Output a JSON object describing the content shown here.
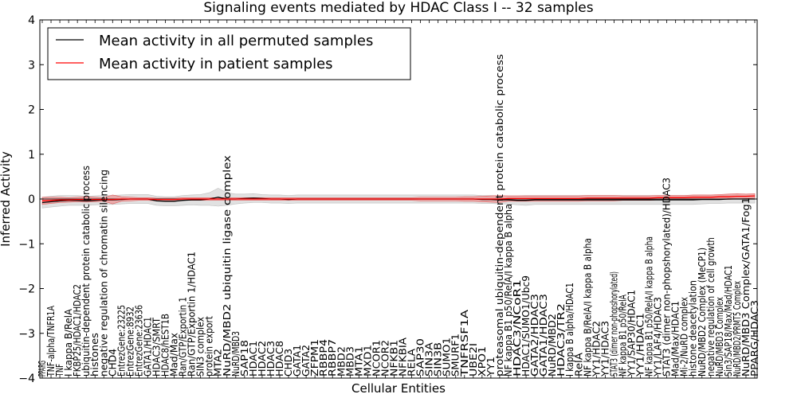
{
  "chart_data": {
    "type": "line",
    "title": "Signaling events mediated by HDAC Class I -- 32 samples",
    "xlabel": "Cellular Entities",
    "ylabel": "Inferred Activity",
    "ylim": [
      -4,
      4
    ],
    "yticks": [
      "−4",
      "−3",
      "−2",
      "−1",
      "0",
      "1",
      "2",
      "3",
      "4"
    ],
    "grid": false,
    "legend_position": "top-left",
    "categories": [
      "PPARG",
      "TNF-alpha/TNFR1A",
      "TNF",
      "I kappa B/RelA",
      "FKBP25/HDAC1/HDAC2",
      "ubiquitin-dependent protein catabolic process",
      "histones",
      "negative regulation of chromatin silencing",
      "CHD4",
      "EntrezGene:23225",
      "EntrezGene:8932",
      "EntrezGene:23636",
      "GATA1/HDAC1",
      "HDAC3/SMRT",
      "HDAC8/hEST1B",
      "Mad/Max",
      "Ran/GTP/Exportin 1",
      "Ran/GTP/Exportin 1/HDAC1",
      "SIN3 complex",
      "protein export",
      "MTA2",
      "NuRD/MBD2 ubiquitin ligase complex",
      "NuRD/MBD3",
      "SAP18",
      "HDAC1",
      "HDAC2",
      "HDAC3",
      "HDAC8",
      "CHD3",
      "GATA1",
      "GATA2",
      "ZFPM1",
      "RBBP4",
      "RBBP7",
      "MBD2",
      "MBD3",
      "MTA1",
      "MXD1",
      "NCOR1",
      "NCOR2",
      "NFKB1",
      "NFKBIA",
      "RELA",
      "SAP30",
      "SIN3A",
      "SIN3B",
      "SUMO1",
      "SMURF1",
      "TNFRSF1A",
      "UBE2I",
      "XPO1",
      "YY1",
      "proteasomal ubiquitin-dependent protein catabolic process",
      "NF kappa B1 p50/RelA/I kappa B alpha",
      "HDAC3/NCoR1",
      "HDAC1/SUMO1/Ubc9",
      "GATA2/HDAC3",
      "GATA1/HDAC3",
      "NuRD/MBD2",
      "HDAC3/TR2",
      "I kappa B alpha/HDAC1",
      "RelA",
      "NF kappa B/RelA/I kappa B alpha",
      "YY1/HDAC2",
      "YY1/HDAC3",
      "STAT3 (dimer non-phopshorylated)",
      "NF kappa B1 p50/RelA",
      "YY1/SAP30/HDAC1",
      "YY1/HDAC1",
      "NF kappa B1 p50/RelA/I kappa B alpha",
      "YY1/LAF4/HDAC3",
      "STAT3 (dimer non-phopshorylated)/HDAC3",
      "Mad/Max/HDAC1",
      "Mi-2/NuRD complex",
      "histone deacetylation",
      "NuRD/MBD2 Complex (MeCP1)",
      "negative regulation of cell growth",
      "NuRD/MBD3 Complex",
      "Sin3/SAP18/Max/Mad/HDAC1",
      "NuRD/MBD2/PRMT5 Complex",
      "NuRD/MBD3 Complex/GATA1/Fog1",
      "PPARG/HDAC3"
    ],
    "label_length_px": [
      20,
      89,
      16,
      85,
      116,
      265,
      55,
      260,
      35,
      90,
      88,
      90,
      75,
      74,
      79,
      55,
      100,
      157,
      75,
      76,
      35,
      278,
      57,
      46,
      45,
      45,
      45,
      45,
      35,
      40,
      40,
      47,
      47,
      47,
      38,
      38,
      38,
      40,
      46,
      46,
      46,
      49,
      35,
      48,
      43,
      43,
      49,
      54,
      84,
      42,
      38,
      25,
      405,
      217,
      122,
      127,
      104,
      104,
      79,
      92,
      118,
      30,
      174,
      70,
      70,
      132,
      103,
      109,
      80,
      176,
      100,
      250,
      95,
      100,
      121,
      162,
      175,
      100,
      140,
      120,
      225,
      96
    ],
    "series": [
      {
        "name": "Mean activity in all permuted samples",
        "color": "#000000",
        "values": [
          -0.08,
          -0.06,
          -0.04,
          -0.03,
          -0.03,
          -0.04,
          -0.03,
          -0.02,
          -0.02,
          -0.01,
          0.0,
          0.0,
          0.0,
          -0.04,
          -0.05,
          -0.05,
          -0.03,
          -0.02,
          -0.02,
          0.0,
          0.04,
          0.0,
          0.0,
          0.01,
          0.02,
          0.01,
          0.0,
          0.0,
          -0.01,
          0.0,
          0.0,
          0.0,
          0.0,
          0.0,
          0.0,
          0.0,
          0.0,
          0.0,
          0.0,
          0.0,
          0.0,
          0.0,
          0.0,
          0.0,
          0.0,
          0.0,
          0.0,
          0.0,
          0.0,
          0.0,
          -0.01,
          -0.01,
          -0.02,
          -0.02,
          -0.03,
          -0.03,
          -0.02,
          -0.02,
          -0.02,
          -0.02,
          -0.02,
          -0.02,
          -0.02,
          -0.02,
          -0.02,
          -0.02,
          -0.02,
          -0.02,
          -0.02,
          -0.02,
          -0.02,
          -0.02,
          -0.02,
          -0.02,
          -0.02,
          -0.01,
          -0.01,
          -0.01,
          0.0,
          0.0,
          0.0,
          0.0
        ],
        "spread": [
          0.12,
          0.12,
          0.12,
          0.11,
          0.11,
          0.1,
          0.1,
          0.1,
          0.1,
          0.1,
          0.1,
          0.1,
          0.1,
          0.1,
          0.1,
          0.1,
          0.11,
          0.11,
          0.12,
          0.14,
          0.2,
          0.14,
          0.11,
          0.1,
          0.1,
          0.09,
          0.09,
          0.09,
          0.09,
          0.09,
          0.09,
          0.09,
          0.09,
          0.09,
          0.09,
          0.09,
          0.09,
          0.09,
          0.09,
          0.09,
          0.09,
          0.09,
          0.09,
          0.09,
          0.09,
          0.09,
          0.09,
          0.09,
          0.09,
          0.09,
          0.09,
          0.09,
          0.09,
          0.09,
          0.1,
          0.11,
          0.1,
          0.1,
          0.1,
          0.1,
          0.1,
          0.1,
          0.1,
          0.1,
          0.1,
          0.1,
          0.1,
          0.1,
          0.1,
          0.1,
          0.1,
          0.1,
          0.1,
          0.1,
          0.1,
          0.1,
          0.09,
          0.09,
          0.09,
          0.09,
          0.09,
          0.09
        ]
      },
      {
        "name": "Mean activity in patient samples",
        "color": "#ff0000",
        "values": [
          -0.04,
          -0.03,
          -0.02,
          -0.02,
          -0.01,
          -0.01,
          -0.01,
          -0.01,
          -0.01,
          0.0,
          0.0,
          0.0,
          0.0,
          -0.01,
          -0.01,
          -0.01,
          0.0,
          0.0,
          0.0,
          0.0,
          0.0,
          0.0,
          0.0,
          0.0,
          0.0,
          0.0,
          0.0,
          0.0,
          0.0,
          0.0,
          0.0,
          0.0,
          0.0,
          0.0,
          0.0,
          0.0,
          0.0,
          0.0,
          0.0,
          0.0,
          0.0,
          0.0,
          0.0,
          0.0,
          0.0,
          0.0,
          0.0,
          0.0,
          0.0,
          0.0,
          0.0,
          0.0,
          0.0,
          0.01,
          0.01,
          0.01,
          0.01,
          0.01,
          0.01,
          0.01,
          0.01,
          0.01,
          0.02,
          0.02,
          0.02,
          0.02,
          0.02,
          0.02,
          0.02,
          0.02,
          0.03,
          0.03,
          0.03,
          0.03,
          0.04,
          0.04,
          0.04,
          0.05,
          0.05,
          0.06,
          0.06,
          0.07
        ],
        "spread": [
          0.08,
          0.07,
          0.06,
          0.05,
          0.05,
          0.06,
          0.05,
          0.04,
          0.1,
          0.05,
          0.04,
          0.03,
          0.03,
          0.03,
          0.03,
          0.03,
          0.03,
          0.03,
          0.03,
          0.03,
          0.03,
          0.03,
          0.03,
          0.03,
          0.03,
          0.03,
          0.03,
          0.03,
          0.03,
          0.03,
          0.03,
          0.03,
          0.03,
          0.03,
          0.03,
          0.03,
          0.03,
          0.03,
          0.03,
          0.03,
          0.03,
          0.03,
          0.03,
          0.04,
          0.04,
          0.04,
          0.04,
          0.04,
          0.05,
          0.05,
          0.06,
          0.07,
          0.08,
          0.06,
          0.06,
          0.06,
          0.06,
          0.06,
          0.06,
          0.06,
          0.06,
          0.06,
          0.06,
          0.06,
          0.06,
          0.06,
          0.05,
          0.05,
          0.05,
          0.05,
          0.05,
          0.05,
          0.05,
          0.05,
          0.05,
          0.05,
          0.05,
          0.05,
          0.06,
          0.06,
          0.05,
          0.05
        ]
      }
    ]
  }
}
